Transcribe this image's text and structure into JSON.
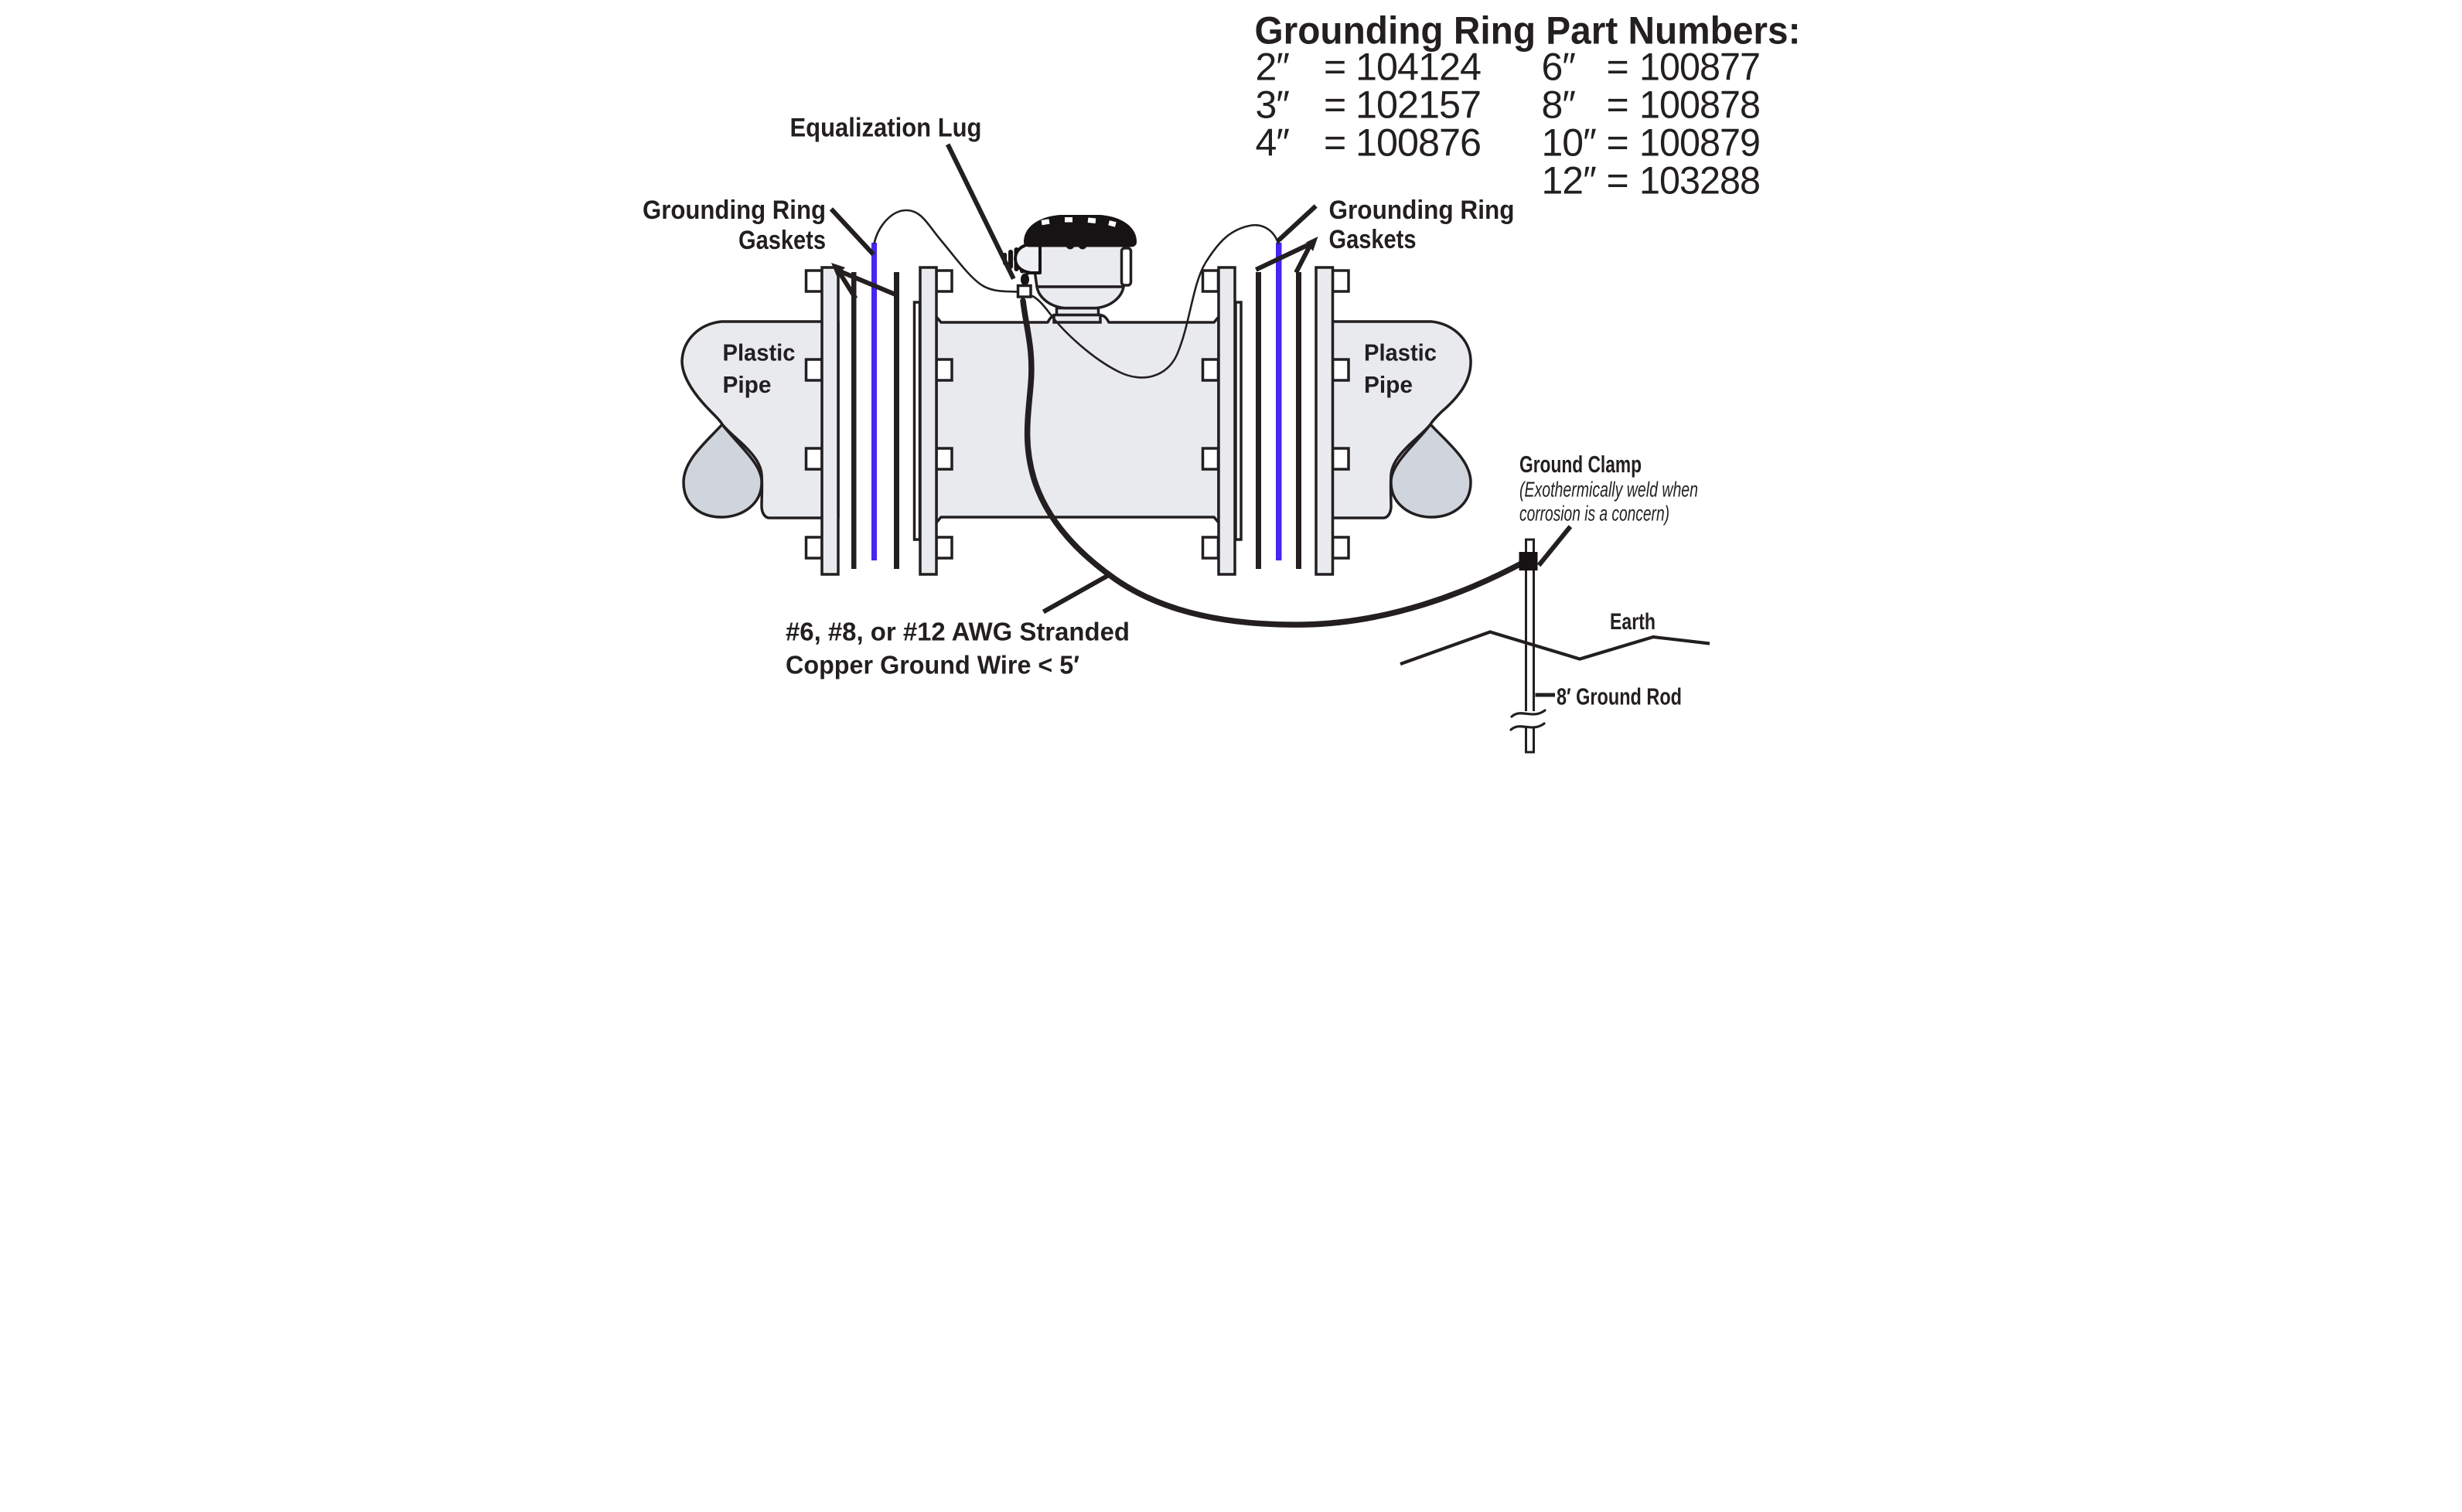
{
  "title": "Grounding Ring Part Numbers:",
  "equals": "=",
  "part_numbers": {
    "col1": [
      {
        "size": "2″",
        "pn": "104124"
      },
      {
        "size": "3″",
        "pn": "102157"
      },
      {
        "size": "4″",
        "pn": "100876"
      }
    ],
    "col2": [
      {
        "size": "6″",
        "pn": "100877"
      },
      {
        "size": "8″",
        "pn": "100878"
      },
      {
        "size": "10″",
        "pn": "100879"
      },
      {
        "size": "12″",
        "pn": "103288"
      }
    ]
  },
  "labels": {
    "equalization_lug": "Equalization Lug",
    "grounding_ring": "Grounding Ring",
    "gaskets": "Gaskets",
    "plastic": "Plastic",
    "pipe": "Pipe",
    "ground_clamp": "Ground Clamp",
    "ground_clamp_note_1": "(Exothermically weld when",
    "ground_clamp_note_2": "corrosion is a concern)",
    "earth": "Earth",
    "ground_rod": "8′ Ground Rod",
    "wire_note_1": "#6, #8, or #12 AWG Stranded",
    "wire_note_2": "Copper Ground Wire < 5′"
  },
  "colors": {
    "grounding_ring_blue": "#4526F2",
    "pipe_fill": "#E8EAEE",
    "pipe_break_fill": "#CFD4DD",
    "line_black": "#231F20"
  }
}
